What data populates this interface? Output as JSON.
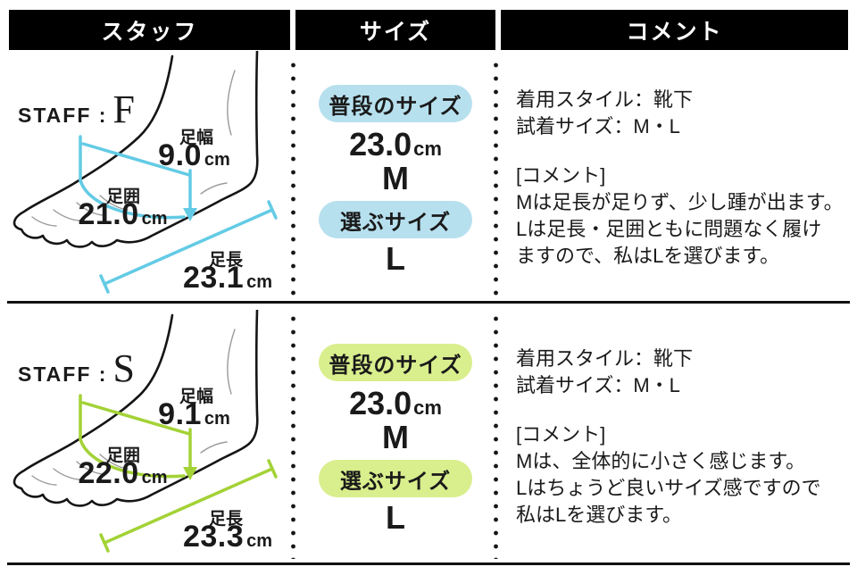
{
  "header": {
    "columns": [
      {
        "label": "スタッフ"
      },
      {
        "label": "サイズ"
      },
      {
        "label": "コメント"
      }
    ]
  },
  "rows": [
    {
      "staff_prefix": "STAFF :",
      "staff_name": "F",
      "accent": {
        "line": "#63cbe5",
        "badge": "#b7e0ee"
      },
      "measures": {
        "width": {
          "label": "足幅",
          "value": "9.0",
          "unit": "cm"
        },
        "girth": {
          "label": "足囲",
          "value": "21.0",
          "unit": "cm"
        },
        "length": {
          "label": "足長",
          "value": "23.1",
          "unit": "cm"
        }
      },
      "size": {
        "usual_badge": "普段のサイズ",
        "usual_value": "23.0",
        "usual_unit": "cm",
        "usual_size": "M",
        "choose_badge": "選ぶサイズ",
        "choose_size": "L"
      },
      "comment": {
        "style_lines": "着用スタイル：靴下\n試着サイズ：M・L",
        "comment_lines": "[コメント]\nMは足長が足りず、少し踵が出ます。\nLは足長・足囲ともに問題なく履け\nますので、私はLを選びます。"
      }
    },
    {
      "staff_prefix": "STAFF :",
      "staff_name": "S",
      "accent": {
        "line": "#a3d236",
        "badge": "#d9ee8d"
      },
      "measures": {
        "width": {
          "label": "足幅",
          "value": "9.1",
          "unit": "cm"
        },
        "girth": {
          "label": "足囲",
          "value": "22.0",
          "unit": "cm"
        },
        "length": {
          "label": "足長",
          "value": "23.3",
          "unit": "cm"
        }
      },
      "size": {
        "usual_badge": "普段のサイズ",
        "usual_value": "23.0",
        "usual_unit": "cm",
        "usual_size": "M",
        "choose_badge": "選ぶサイズ",
        "choose_size": "L"
      },
      "comment": {
        "style_lines": "着用スタイル：靴下\n試着サイズ：M・L",
        "comment_lines": "[コメント]\nMは、全体的に小さく感じます。\nLはちょうど良いサイズ感ですので\n私はLを選びます。"
      }
    }
  ]
}
